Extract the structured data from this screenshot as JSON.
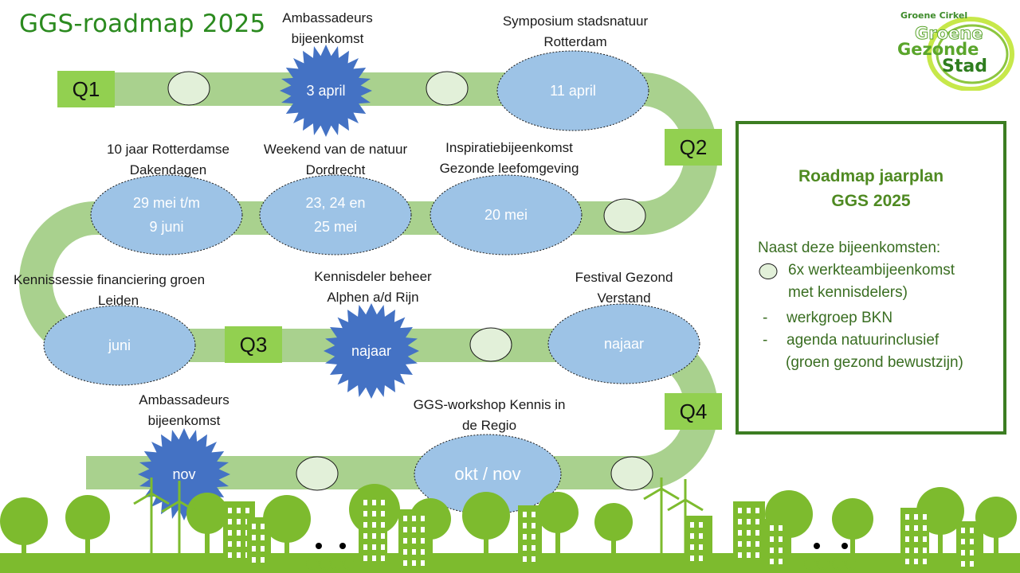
{
  "title": "GGS-roadmap 2025",
  "quarters": [
    "Q1",
    "Q2",
    "Q3",
    "Q4"
  ],
  "events": [
    {
      "caption": [
        "Ambassadeurs",
        "bijeenkomst"
      ],
      "date": [
        "3 april"
      ],
      "shape": "star"
    },
    {
      "caption": [
        "Symposium stadsnatuur",
        "Rotterdam"
      ],
      "date": [
        "11 april"
      ],
      "shape": "ellipse"
    },
    {
      "caption": [
        "10 jaar Rotterdamse",
        "Dakendagen"
      ],
      "date": [
        "29 mei t/m",
        "9 juni"
      ],
      "shape": "ellipse"
    },
    {
      "caption": [
        "Weekend van de natuur",
        "Dordrecht"
      ],
      "date": [
        "23, 24 en",
        "25 mei"
      ],
      "shape": "ellipse"
    },
    {
      "caption": [
        "Inspiratiebijeenkomst",
        "Gezonde leefomgeving"
      ],
      "date": [
        "20 mei"
      ],
      "shape": "ellipse"
    },
    {
      "caption": [
        "Kennissessie financiering groen",
        "Leiden"
      ],
      "date": [
        "juni"
      ],
      "shape": "ellipse"
    },
    {
      "caption": [
        "Kennisdeler beheer",
        "Alphen a/d Rijn"
      ],
      "date": [
        "najaar"
      ],
      "shape": "star"
    },
    {
      "caption": [
        "Festival Gezond",
        "Verstand"
      ],
      "date": [
        "najaar"
      ],
      "shape": "ellipse"
    },
    {
      "caption": [
        "Ambassadeurs",
        "bijeenkomst"
      ],
      "date": [
        "nov"
      ],
      "shape": "star"
    },
    {
      "caption": [
        "GGS-workshop Kennis in",
        "de Regio"
      ],
      "date": [
        "okt / nov"
      ],
      "shape": "ellipse"
    }
  ],
  "panel": {
    "title": [
      "Roadmap jaarplan",
      "GGS 2025"
    ],
    "intro": "Naast deze bijeenkomsten:",
    "legend_lines": [
      "6x werkteambijeenkomst",
      "met kennisdelers)"
    ],
    "bullets": [
      {
        "marker": "-",
        "lines": [
          "werkgroep BKN"
        ]
      },
      {
        "marker": "-",
        "lines": [
          "agenda natuurinclusief",
          "(groen gezond bewustzijn)"
        ]
      }
    ]
  },
  "logo": {
    "small": "Groene Cirkel",
    "line1": "Groene",
    "line2": "Gezonde",
    "line3": "Stad"
  },
  "colors": {
    "road": "#a9d18e",
    "road_border": "#ffffff",
    "quarter": "#92d050",
    "ellipse": "#9dc3e6",
    "star": "#4472c4",
    "meeting": "#e2f0d9",
    "title": "#2b8a1f",
    "panel_border": "#3c7d22",
    "skyline": "#7dbb2e"
  }
}
